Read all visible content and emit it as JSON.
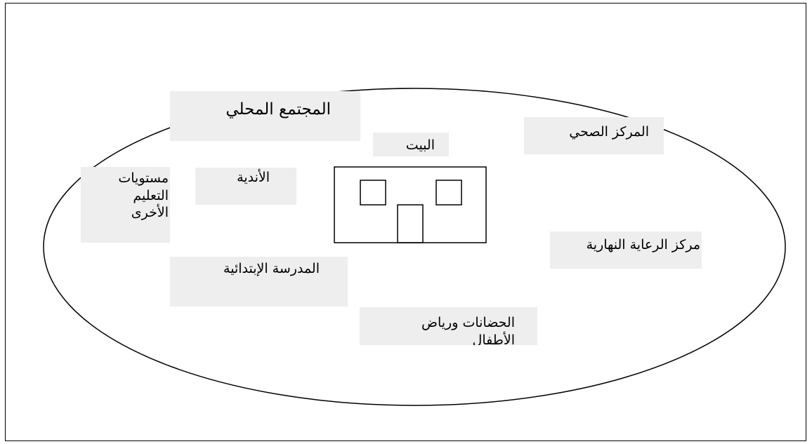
{
  "diagram": {
    "labels": {
      "community": "المجتمع المحلي",
      "home": "البيت",
      "health_center": "المركز الصحي",
      "education_levels": "مستويات التعليم الأخرى",
      "clubs": "الأندية",
      "day_care": "مركز الرعاية النهارية",
      "primary_school": "المدرسة الإبتدائية",
      "nurseries": "الحضانات ورياض الأطفال"
    }
  }
}
